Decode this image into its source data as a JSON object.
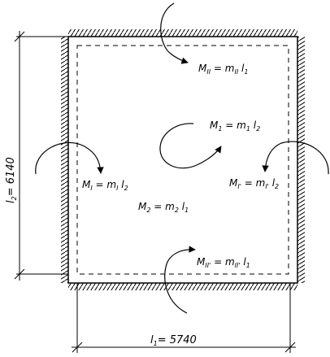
{
  "diagram": {
    "dimensions": {
      "l2": {
        "name": "l",
        "sub": "2",
        "value": "= 6140"
      },
      "l1": {
        "name": "l",
        "sub": "1",
        "value": "= 5740"
      }
    },
    "moments": {
      "top": {
        "m": "M",
        "m_sub": "II",
        "eq": " = ",
        "coef": "m",
        "coef_sub": "II",
        "len": " l",
        "len_sub": "1"
      },
      "center_top": {
        "m": "M",
        "m_sub": "1",
        "eq": " = ",
        "coef": "m",
        "coef_sub": "1",
        "len": " l",
        "len_sub": "2"
      },
      "left": {
        "m": "M",
        "m_sub": "I",
        "eq": " = ",
        "coef": "m",
        "coef_sub": "I",
        "len": " l",
        "len_sub": "2"
      },
      "right": {
        "m": "M",
        "m_sub": "I'",
        "eq": " = ",
        "coef": "m",
        "coef_sub": "I'",
        "len": " l",
        "len_sub": "2"
      },
      "center_bottom": {
        "m": "M",
        "m_sub": "2",
        "eq": " = ",
        "coef": "m",
        "coef_sub": "2",
        "len": " l",
        "len_sub": "1"
      },
      "bottom": {
        "m": "M",
        "m_sub": "II'",
        "eq": " = ",
        "coef": "m",
        "coef_sub": "II'",
        "len": " l",
        "len_sub": "1"
      }
    }
  }
}
